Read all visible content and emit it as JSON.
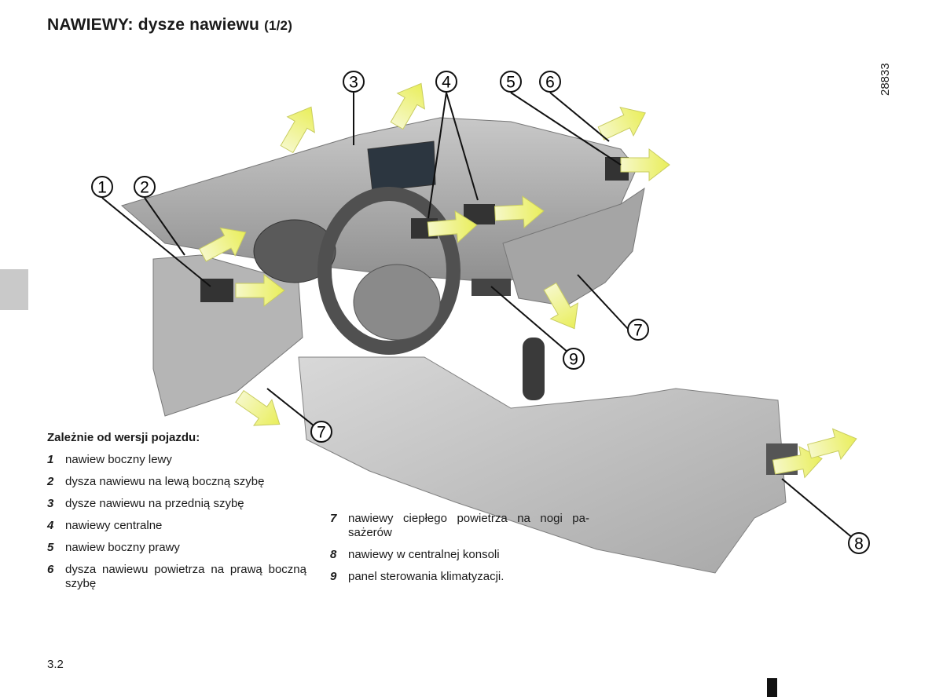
{
  "header": {
    "title_main": "NAWIEWY: dysze nawiewu",
    "title_part": "(1/2)"
  },
  "figure_ref": "28833",
  "callouts": [
    "1",
    "2",
    "3",
    "4",
    "5",
    "6",
    "7",
    "7",
    "8",
    "9"
  ],
  "variant_heading": "Zależnie od wersji pojazdu:",
  "legend_left": [
    {
      "num": "1",
      "text": "nawiew boczny lewy"
    },
    {
      "num": "2",
      "text": "dysza nawiewu na lewą boczną szybę"
    },
    {
      "num": "3",
      "text": "dysze nawiewu na przednią szybę"
    },
    {
      "num": "4",
      "text": "nawiewy centralne"
    },
    {
      "num": "5",
      "text": "nawiew boczny prawy"
    },
    {
      "num": "6",
      "text": "dysza nawiewu powietrza na prawą boczną szybę"
    }
  ],
  "legend_right": [
    {
      "num": "7",
      "text": "nawiewy ciepłego powietrza na nogi pa- sażerów"
    },
    {
      "num": "8",
      "text": "nawiewy w centralnej konsoli"
    },
    {
      "num": "9",
      "text": "panel sterowania klimatyzacji."
    }
  ],
  "page_number": "3.2"
}
